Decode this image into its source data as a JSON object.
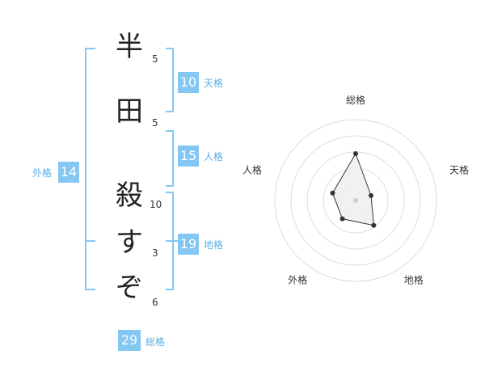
{
  "colors": {
    "accent": "#84c7f2",
    "bracket": "#84c7f2",
    "label": "#5aafe6",
    "text": "#222222",
    "grid": "#dddddd",
    "area_fill": "#eeeeee",
    "polygon": "#333333",
    "point": "#333333",
    "center_dot": "#cccccc"
  },
  "name": {
    "characters": [
      {
        "char": "半",
        "strokes": "5"
      },
      {
        "char": "田",
        "strokes": "5"
      },
      {
        "char": "殺",
        "strokes": "10"
      },
      {
        "char": "す",
        "strokes": "3"
      },
      {
        "char": "ぞ",
        "strokes": "6"
      }
    ]
  },
  "fortune": {
    "tenkaku": {
      "value": "10",
      "label": "天格"
    },
    "jinkaku": {
      "value": "15",
      "label": "人格"
    },
    "chikaku": {
      "value": "19",
      "label": "地格"
    },
    "gaikaku": {
      "value": "14",
      "label": "外格"
    },
    "soukaku": {
      "value": "29",
      "label": "総格"
    }
  },
  "chart_data": {
    "type": "radar",
    "axes": [
      "総格",
      "天格",
      "地格",
      "外格",
      "人格"
    ],
    "values": [
      29,
      10,
      19,
      14,
      15
    ],
    "rings": 5,
    "grid": true
  }
}
